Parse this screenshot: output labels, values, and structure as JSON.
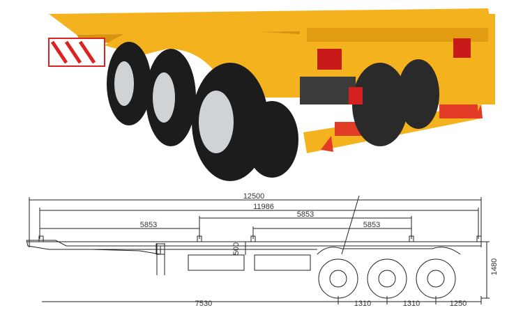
{
  "dimensions": {
    "overall_length": "12500",
    "length_inner": "11986",
    "left_segment": "5853",
    "right_upper_segment": "5853",
    "right_lower_segment": "5853",
    "height_small": "500",
    "overall_height": "1480",
    "kingpin_to_axle": "7530",
    "axle_spacing_1": "1310",
    "axle_spacing_2": "1310",
    "rear_overhang": "1250"
  },
  "colors": {
    "frame": "#f5b21f",
    "frame_shadow": "#d89410",
    "tire": "#1c1c1c",
    "rim": "#cfd3d6",
    "reflector_red": "#e23b26",
    "line": "#222222"
  }
}
